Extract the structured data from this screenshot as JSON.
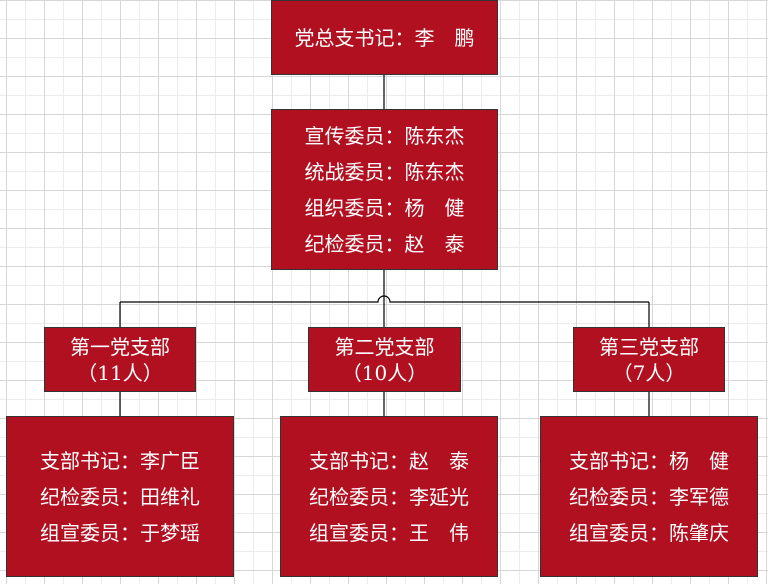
{
  "top": {
    "label": "党总支书记：李　鹏"
  },
  "committee": {
    "lines": [
      "宣传委员：陈东杰",
      "统战委员：陈东杰",
      "组织委员：杨　健",
      "纪检委员：赵　泰"
    ]
  },
  "branches": [
    {
      "name": "第一党支部",
      "count": "（11人）",
      "members": [
        "支部书记：李广臣",
        "纪检委员：田维礼",
        "组宣委员：于梦瑶"
      ]
    },
    {
      "name": "第二党支部",
      "count": "（10人）",
      "members": [
        "支部书记：赵　泰",
        "纪检委员：李延光",
        "组宣委员：王　伟"
      ]
    },
    {
      "name": "第三党支部",
      "count": "（7人）",
      "members": [
        "支部书记：杨　健",
        "纪检委员：李军德",
        "组宣委员：陈肇庆"
      ]
    }
  ],
  "colors": {
    "node_fill": "#b01020",
    "node_border": "#333333",
    "text": "#ffffff",
    "connector": "#000000"
  }
}
